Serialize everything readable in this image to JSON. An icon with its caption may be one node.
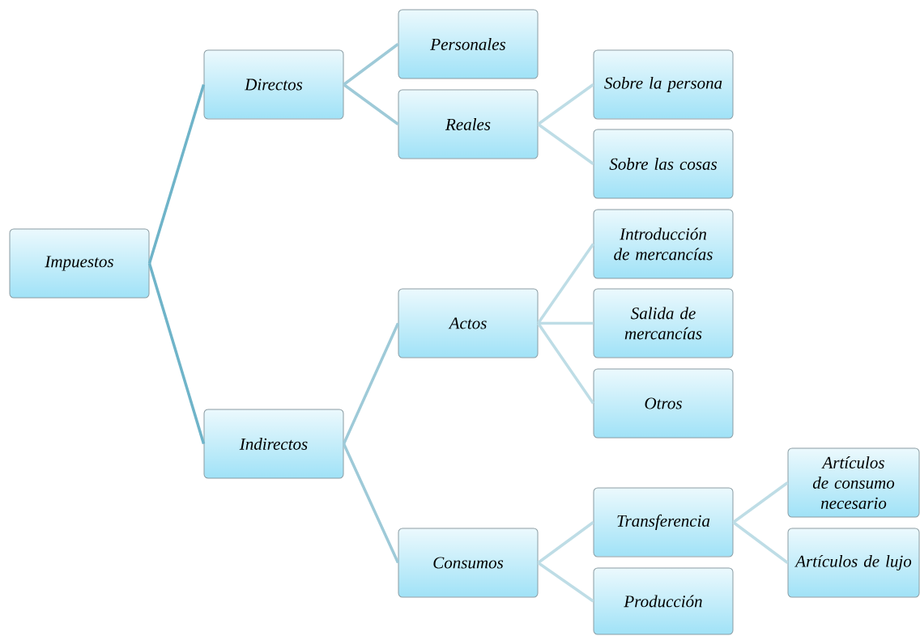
{
  "diagram": {
    "nodes": [
      {
        "text": [
          "Impuestos"
        ]
      },
      {
        "text": [
          "Directos"
        ]
      },
      {
        "text": [
          "Personales"
        ]
      },
      {
        "text": [
          "Reales"
        ]
      },
      {
        "text": [
          "Sobre la persona"
        ]
      },
      {
        "text": [
          "Sobre las cosas"
        ]
      },
      {
        "text": [
          "Indirectos"
        ]
      },
      {
        "text": [
          "Actos"
        ]
      },
      {
        "text": [
          "Introducción de mercancías"
        ]
      },
      {
        "text": [
          "Salida de mercancías"
        ]
      },
      {
        "text": [
          "Otros"
        ]
      },
      {
        "text": [
          "Consumos"
        ]
      },
      {
        "text": [
          "Transferencia"
        ]
      },
      {
        "text": [
          "Producción"
        ]
      },
      {
        "text": [
          "Artículos de consumo necesario"
        ]
      },
      {
        "text": [
          "Artículos de lujo"
        ]
      }
    ],
    "edges": [
      {
        "from": 0,
        "to": 1,
        "arrow": "none",
        "color": "#6fb4c9"
      },
      {
        "from": 0,
        "to": 6,
        "arrow": "none",
        "color": "#6fb4c9"
      },
      {
        "from": 1,
        "to": 2,
        "arrow": "none",
        "color": "#9ecad8"
      },
      {
        "from": 1,
        "to": 3,
        "arrow": "none",
        "color": "#9ecad8"
      },
      {
        "from": 3,
        "to": 4,
        "arrow": "none",
        "color": "#bedde6"
      },
      {
        "from": 3,
        "to": 5,
        "arrow": "none",
        "color": "#bedde6"
      },
      {
        "from": 6,
        "to": 7,
        "arrow": "none",
        "color": "#9ecad8"
      },
      {
        "from": 6,
        "to": 11,
        "arrow": "none",
        "color": "#9ecad8"
      },
      {
        "from": 7,
        "to": 8,
        "arrow": "none",
        "color": "#bedde6"
      },
      {
        "from": 7,
        "to": 9,
        "arrow": "none",
        "color": "#bedde6"
      },
      {
        "from": 7,
        "to": 10,
        "arrow": "none",
        "color": "#bedde6"
      },
      {
        "from": 11,
        "to": 12,
        "arrow": "none",
        "color": "#bedde6"
      },
      {
        "from": 11,
        "to": 13,
        "arrow": "none",
        "color": "#bedde6"
      },
      {
        "from": 12,
        "to": 14,
        "arrow": "none",
        "color": "#bedde6"
      },
      {
        "from": 12,
        "to": 15,
        "arrow": "none",
        "color": "#bedde6"
      }
    ]
  }
}
